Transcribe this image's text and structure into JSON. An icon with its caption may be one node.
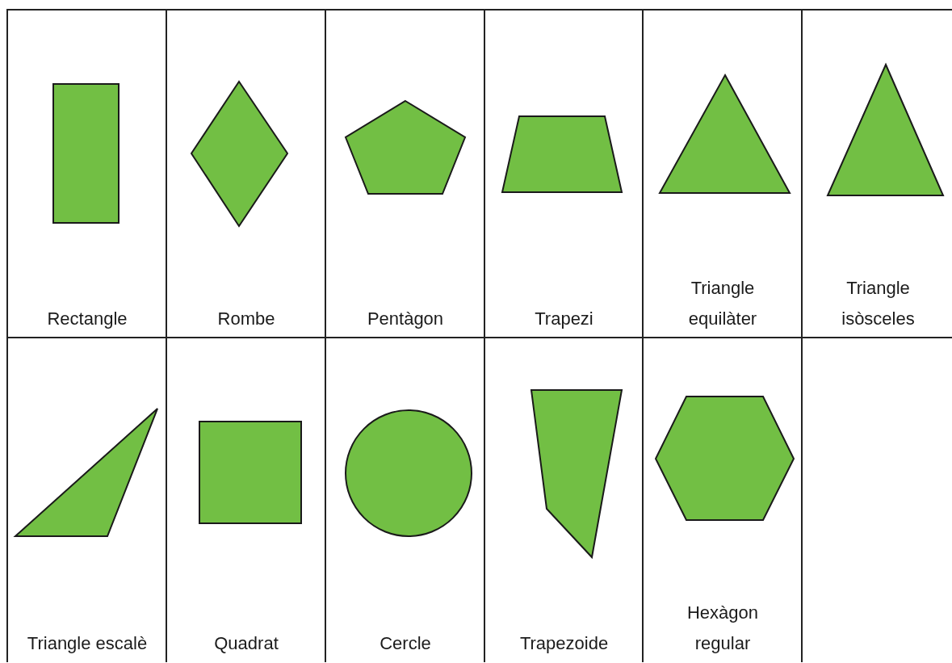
{
  "diagram": {
    "nodes": [
      {
        "text": [
          "Rectangle"
        ]
      },
      {
        "text": [
          "Rombe"
        ]
      },
      {
        "text": [
          "Pentàgon"
        ]
      },
      {
        "text": [
          "Trapezi"
        ]
      },
      {
        "text": [
          "Triangle equilàter"
        ]
      },
      {
        "text": [
          "Triangle isòsceles"
        ]
      },
      {
        "text": [
          "Triangle escalè"
        ]
      },
      {
        "text": [
          "Quadrat"
        ]
      },
      {
        "text": [
          "Cercle"
        ]
      },
      {
        "text": [
          "Trapezoide"
        ]
      },
      {
        "text": [
          "Hexàgon regular"
        ]
      },
      {
        "text": [],
        "shape": "box"
      },
      {
        "text": [],
        "shape": "box",
        "in": 0
      },
      {
        "text": [],
        "shape": "diamond",
        "in": 1
      },
      {
        "text": [],
        "shape": "pentagon",
        "in": 2
      },
      {
        "text": [],
        "shape": "trapezoid",
        "in": 3
      },
      {
        "text": [],
        "shape": "triangle",
        "in": 4
      },
      {
        "text": [],
        "shape": "triangle",
        "in": 5
      },
      {
        "text": [],
        "shape": "triangle",
        "in": 6
      },
      {
        "text": [],
        "shape": "box",
        "in": 7
      },
      {
        "text": [],
        "shape": "circle",
        "in": 8
      },
      {
        "text": [],
        "shape": "quadrilateral",
        "in": 9
      },
      {
        "text": [],
        "shape": "hexagon",
        "in": 10
      }
    ]
  }
}
